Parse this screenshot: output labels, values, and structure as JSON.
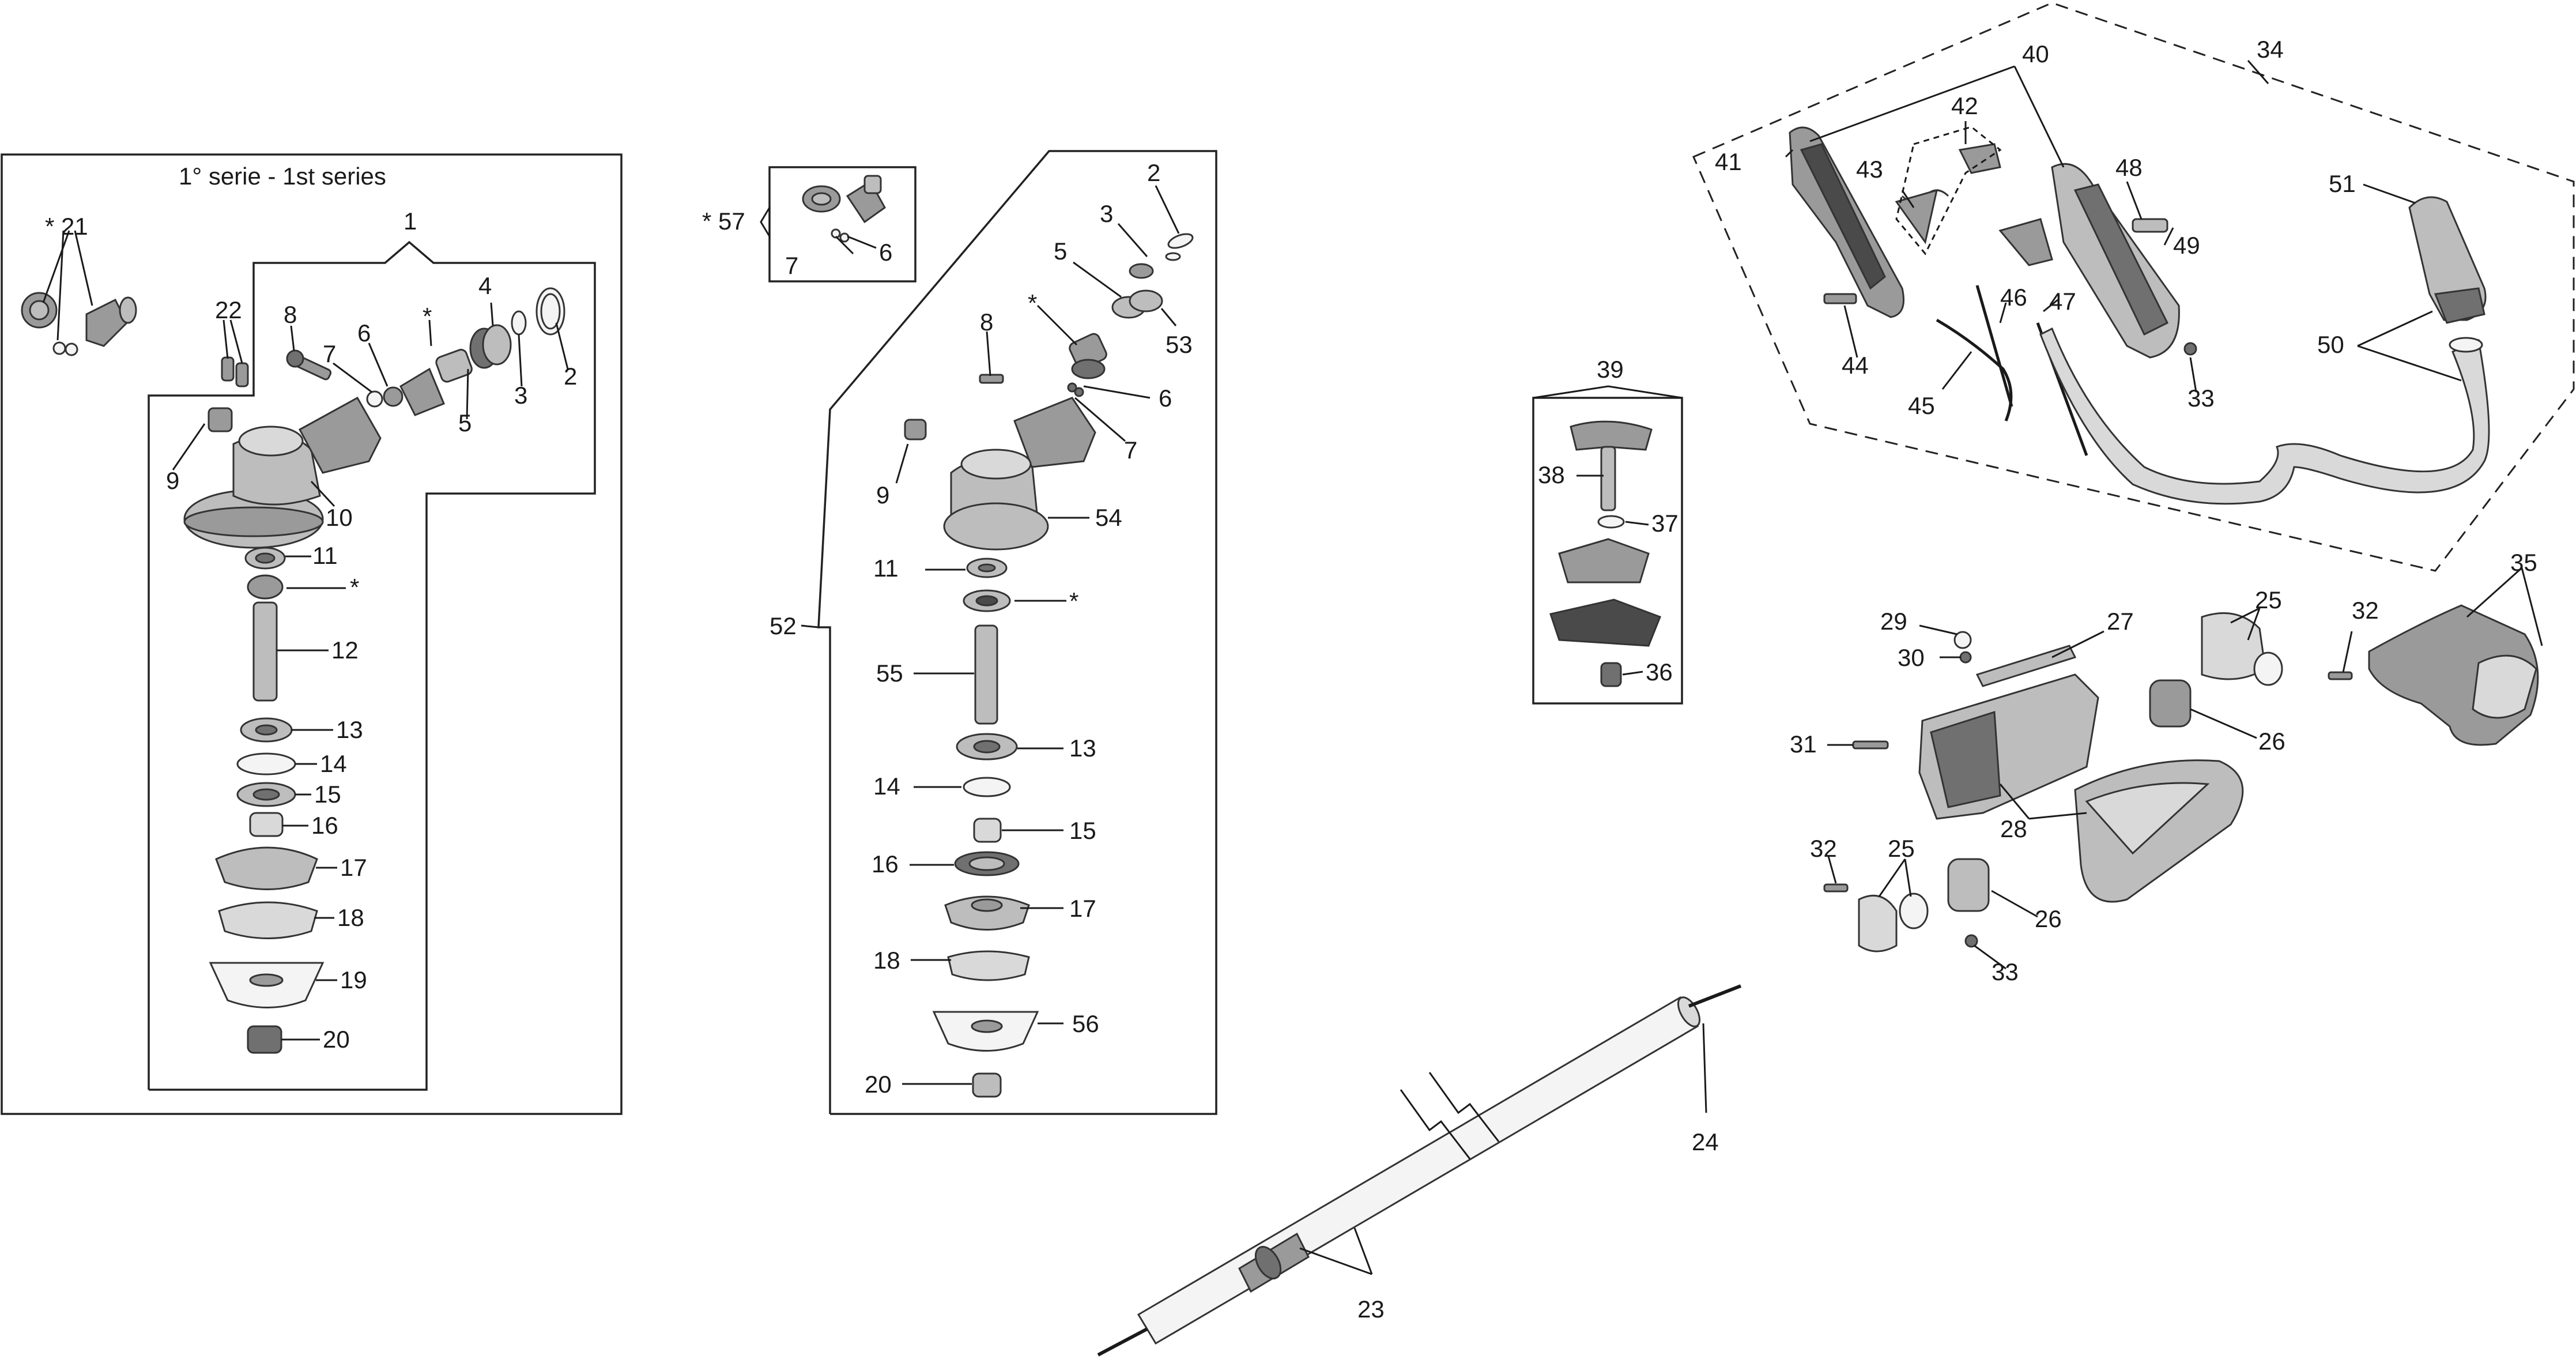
{
  "panel_1": {
    "title": "1° serie - 1st series",
    "labels": {
      "l1": "1",
      "l2": "2",
      "l3": "3",
      "l4": "4",
      "l5": "5",
      "l6": "6",
      "l7": "7",
      "l8": "8",
      "l9": "9",
      "l10": "10",
      "l11": "11",
      "l12": "12",
      "l13": "13",
      "l14": "14",
      "l15": "15",
      "l16": "16",
      "l17": "17",
      "l18": "18",
      "l19": "19",
      "l20": "20",
      "l21": "* 21",
      "l22": "22",
      "star_a": "*",
      "star_b": "*"
    }
  },
  "panel_57": {
    "labels": {
      "l57": "* 57",
      "l7": "7",
      "l6": "6"
    }
  },
  "panel_52": {
    "labels": {
      "l2": "2",
      "l3": "3",
      "l5": "5",
      "l53": "53",
      "star": "*",
      "l8": "8",
      "l6": "6",
      "l7": "7",
      "l9": "9",
      "l54": "54",
      "l11": "11",
      "star_b": "*",
      "l52": "52",
      "l55": "55",
      "l13": "13",
      "l14": "14",
      "l15": "15",
      "l16": "16",
      "l17": "17",
      "l18": "18",
      "l56": "56",
      "l20": "20"
    }
  },
  "panel_39": {
    "labels": {
      "l39": "39",
      "l38": "38",
      "l37": "37",
      "l36": "36"
    }
  },
  "panel_34": {
    "labels": {
      "l34": "34",
      "l40": "40",
      "l41": "41",
      "l42": "42",
      "l43": "43",
      "l44": "44",
      "l45": "45",
      "l46": "46",
      "l47": "47",
      "l48": "48",
      "l49": "49",
      "l33": "33",
      "l51": "51",
      "l50": "50"
    }
  },
  "handle_group": {
    "labels": {
      "l29": "29",
      "l27": "27",
      "l30": "30",
      "l25a": "25",
      "l32a": "32",
      "l35": "35",
      "l31": "31",
      "l26a": "26",
      "l28": "28",
      "l32b": "32",
      "l25b": "25",
      "l26b": "26",
      "l33": "33"
    }
  },
  "shaft_group": {
    "labels": {
      "l24": "24",
      "l23": "23"
    }
  }
}
